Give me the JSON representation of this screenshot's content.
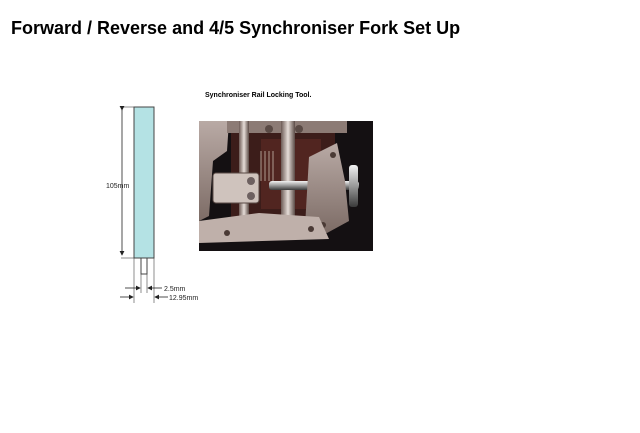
{
  "page": {
    "title": "Forward / Reverse and 4/5 Synchroniser Fork Set Up"
  },
  "tool_photo": {
    "caption": "Synchroniser Rail Locking Tool."
  },
  "drawing": {
    "height_label": "105mm",
    "pin_width_label": "2.5mm",
    "overall_width_label": "12.95mm",
    "colors": {
      "body_fill": "#b4e2e4",
      "outline": "#444444"
    }
  }
}
